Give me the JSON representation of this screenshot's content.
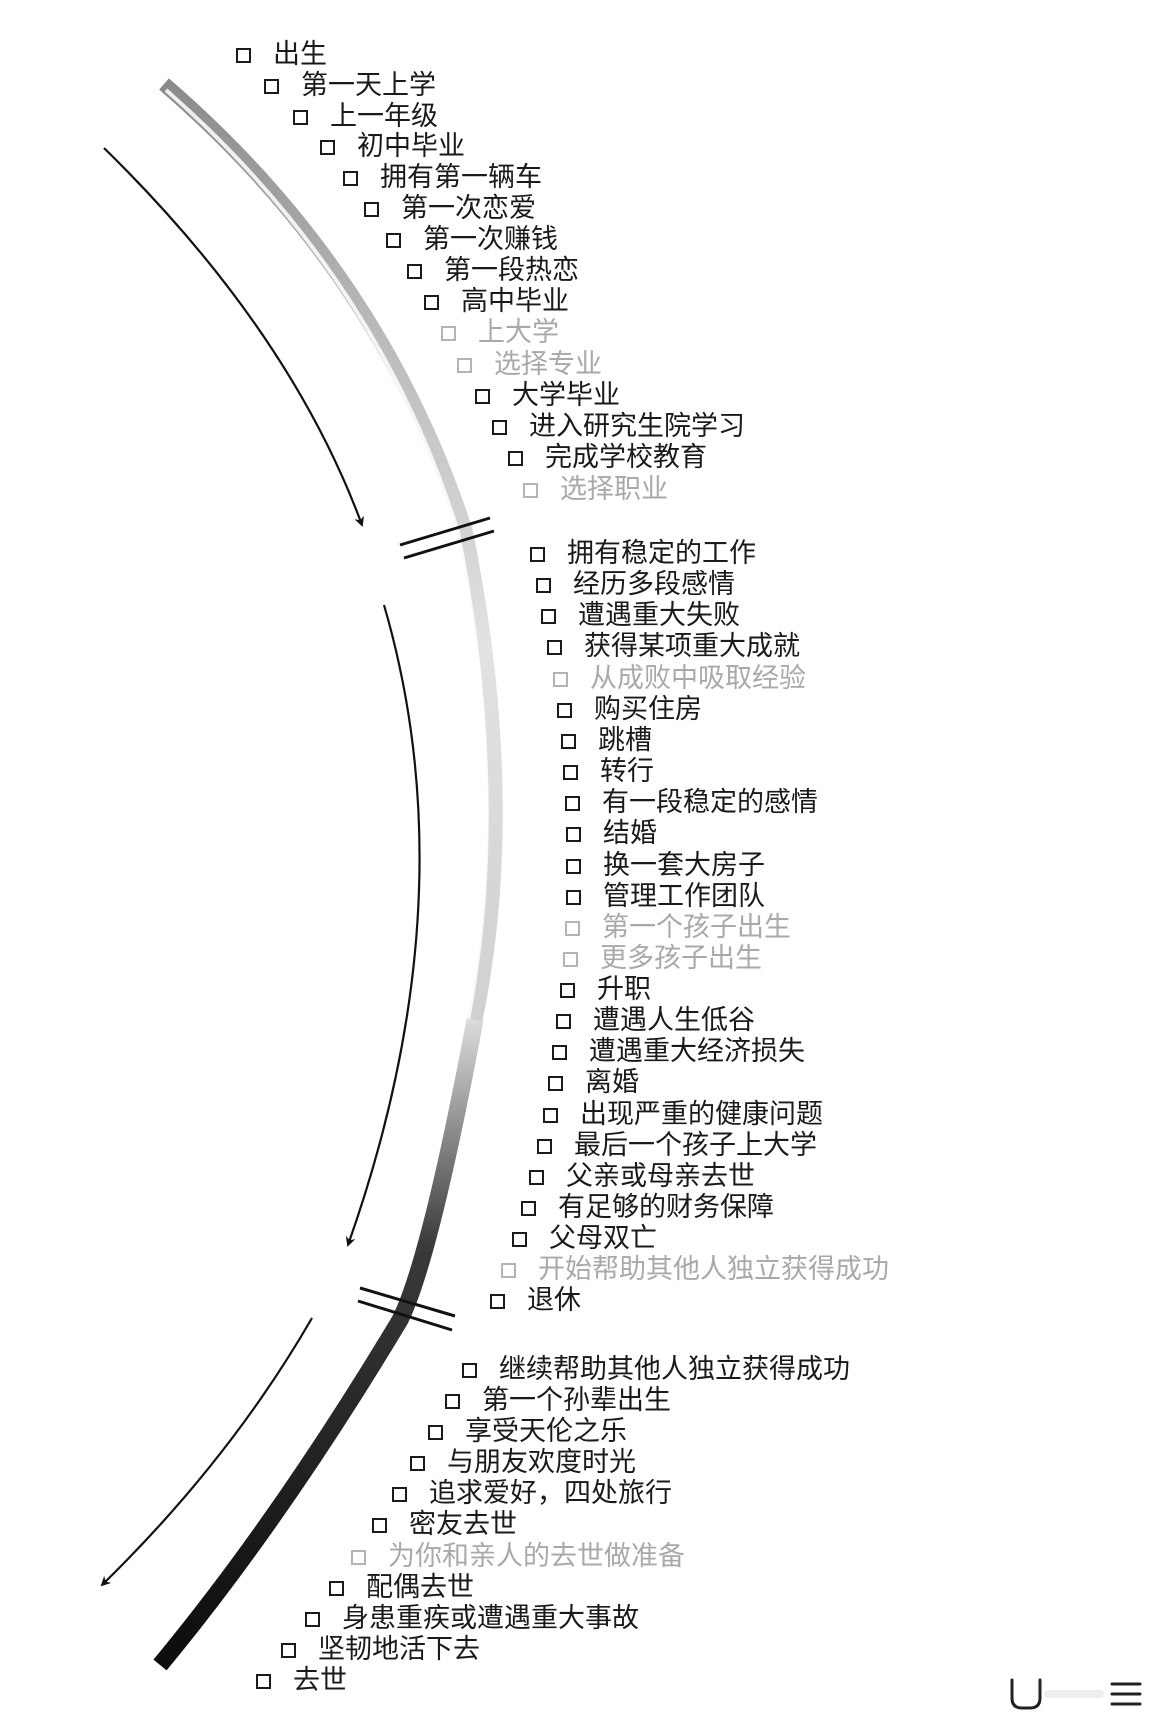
{
  "colors": {
    "ink": "#1a1a1a",
    "faded": "#a9a9a9",
    "band_dark": "#111111",
    "band_light": "#e8e8e8"
  },
  "milestones": [
    {
      "label": "出生",
      "faded": false
    },
    {
      "label": "第一天上学",
      "faded": false
    },
    {
      "label": "上一年级",
      "faded": false
    },
    {
      "label": "初中毕业",
      "faded": false
    },
    {
      "label": "拥有第一辆车",
      "faded": false
    },
    {
      "label": "第一次恋爱",
      "faded": false
    },
    {
      "label": "第一次赚钱",
      "faded": false
    },
    {
      "label": "第一段热恋",
      "faded": false
    },
    {
      "label": "高中毕业",
      "faded": false
    },
    {
      "label": "上大学",
      "faded": true
    },
    {
      "label": "选择专业",
      "faded": true
    },
    {
      "label": "大学毕业",
      "faded": false
    },
    {
      "label": "进入研究生院学习",
      "faded": false
    },
    {
      "label": "完成学校教育",
      "faded": false
    },
    {
      "label": "选择职业",
      "faded": true
    },
    {
      "label": "拥有稳定的工作",
      "faded": false
    },
    {
      "label": "经历多段感情",
      "faded": false
    },
    {
      "label": "遭遇重大失败",
      "faded": false
    },
    {
      "label": "获得某项重大成就",
      "faded": false
    },
    {
      "label": "从成败中吸取经验",
      "faded": true
    },
    {
      "label": "购买住房",
      "faded": false
    },
    {
      "label": "跳槽",
      "faded": false
    },
    {
      "label": "转行",
      "faded": false
    },
    {
      "label": "有一段稳定的感情",
      "faded": false
    },
    {
      "label": "结婚",
      "faded": false
    },
    {
      "label": "换一套大房子",
      "faded": false
    },
    {
      "label": "管理工作团队",
      "faded": false
    },
    {
      "label": "第一个孩子出生",
      "faded": true
    },
    {
      "label": "更多孩子出生",
      "faded": true
    },
    {
      "label": "升职",
      "faded": false
    },
    {
      "label": "遭遇人生低谷",
      "faded": false
    },
    {
      "label": "遭遇重大经济损失",
      "faded": false
    },
    {
      "label": "离婚",
      "faded": false
    },
    {
      "label": "出现严重的健康问题",
      "faded": false
    },
    {
      "label": "最后一个孩子上大学",
      "faded": false
    },
    {
      "label": "父亲或母亲去世",
      "faded": false
    },
    {
      "label": "有足够的财务保障",
      "faded": false
    },
    {
      "label": "父母双亡",
      "faded": false
    },
    {
      "label": "开始帮助其他人独立获得成功",
      "faded": true
    },
    {
      "label": "退休",
      "faded": false
    },
    {
      "label": "继续帮助其他人独立获得成功",
      "faded": false
    },
    {
      "label": "第一个孙辈出生",
      "faded": false
    },
    {
      "label": "享受天伦之乐",
      "faded": false
    },
    {
      "label": "与朋友欢度时光",
      "faded": false
    },
    {
      "label": "追求爱好，四处旅行",
      "faded": false
    },
    {
      "label": "密友去世",
      "faded": false
    },
    {
      "label": "为你和亲人的去世做准备",
      "faded": true
    },
    {
      "label": "配偶去世",
      "faded": false
    },
    {
      "label": "身患重疾或遭遇重大事故",
      "faded": false
    },
    {
      "label": "坚韧地活下去",
      "faded": false
    },
    {
      "label": "去世",
      "faded": false
    }
  ],
  "icons": [
    "arrow-icon",
    "section-break-icon",
    "comment-icon",
    "menu-icon"
  ]
}
